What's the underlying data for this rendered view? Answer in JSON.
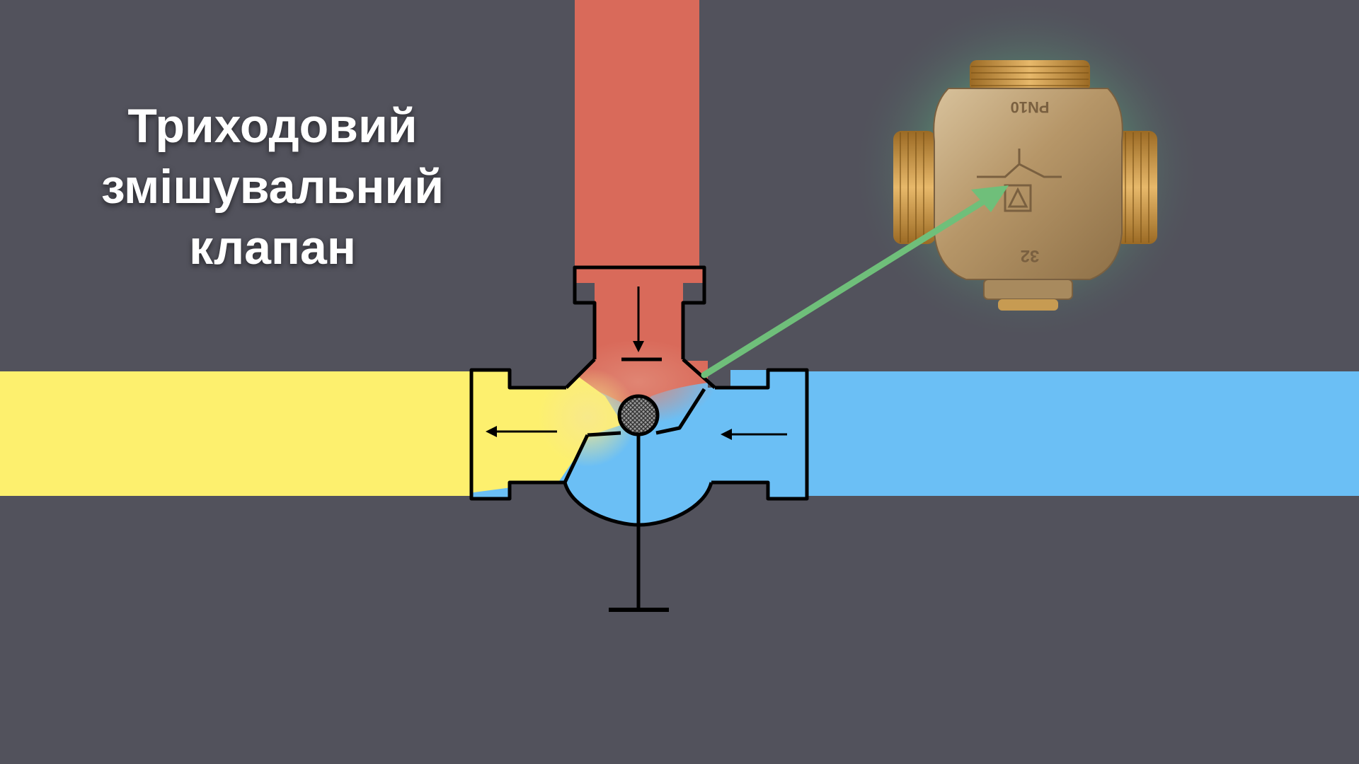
{
  "title": {
    "line1": "Триходовий",
    "line2": "змішувальний",
    "line3": "клапан"
  },
  "colors": {
    "background": "#52525c",
    "hot_pipe": "#d96a5a",
    "mixed_pipe": "#fdf06e",
    "cold_pipe": "#6bbff5",
    "pointer_arrow": "#6fbf7a",
    "valve_outline": "#000000",
    "brass": "#b9996a"
  },
  "icons": {
    "flow_arrows": [
      "arrow-down-icon",
      "arrow-left-icon",
      "arrow-left-icon"
    ],
    "valve_ball": "mixing-ball-icon",
    "valve_photo": "brass-valve-photo"
  }
}
